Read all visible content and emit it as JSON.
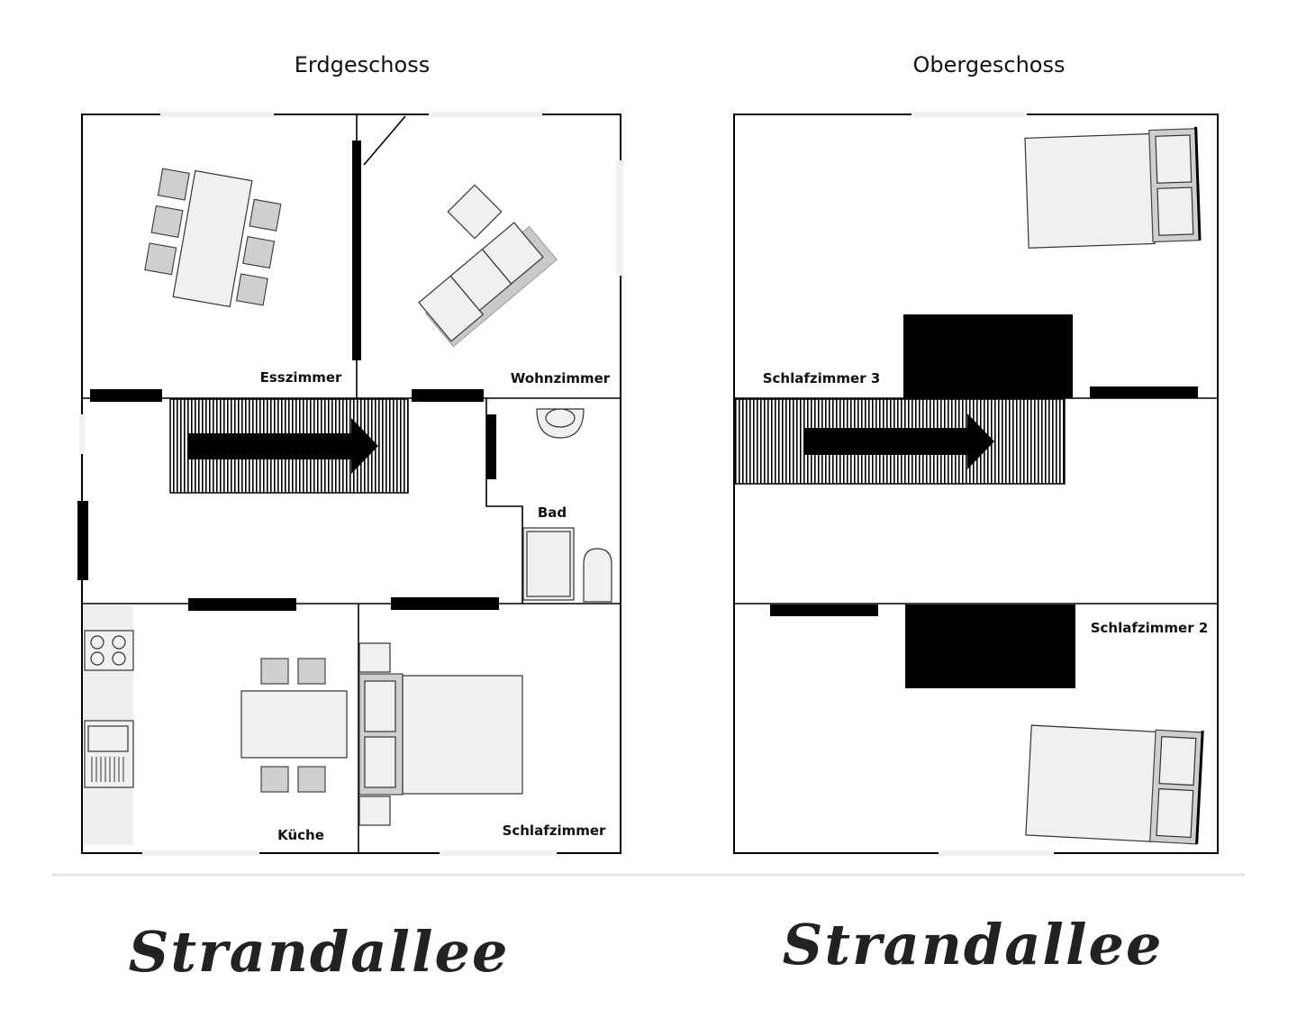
{
  "floors": {
    "ground": {
      "title": "Erdgeschoss",
      "rooms": {
        "dining": "Esszimmer",
        "living": "Wohnzimmer",
        "bath": "Bad",
        "kitchen": "Küche",
        "bedroom": "Schlafzimmer"
      }
    },
    "upper": {
      "title": "Obergeschoss",
      "rooms": {
        "bedroom3": "Schlafzimmer 3",
        "bedroom2": "Schlafzimmer 2"
      }
    }
  },
  "street": {
    "left": "Strandallee",
    "right": "Strandallee"
  }
}
